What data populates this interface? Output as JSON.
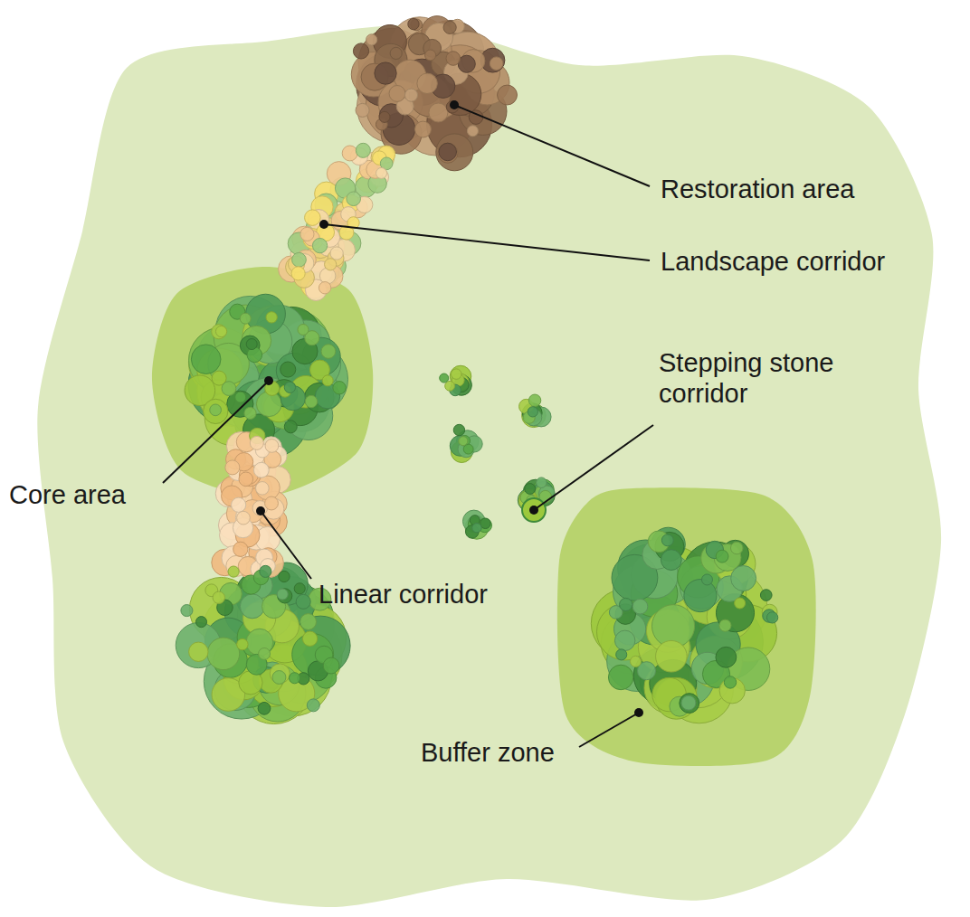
{
  "diagram": {
    "labels": [
      "Restoration area",
      "Landscape corridor",
      "Stepping stone corridor",
      "Core area",
      "Linear corridor",
      "Buffer zone"
    ]
  }
}
